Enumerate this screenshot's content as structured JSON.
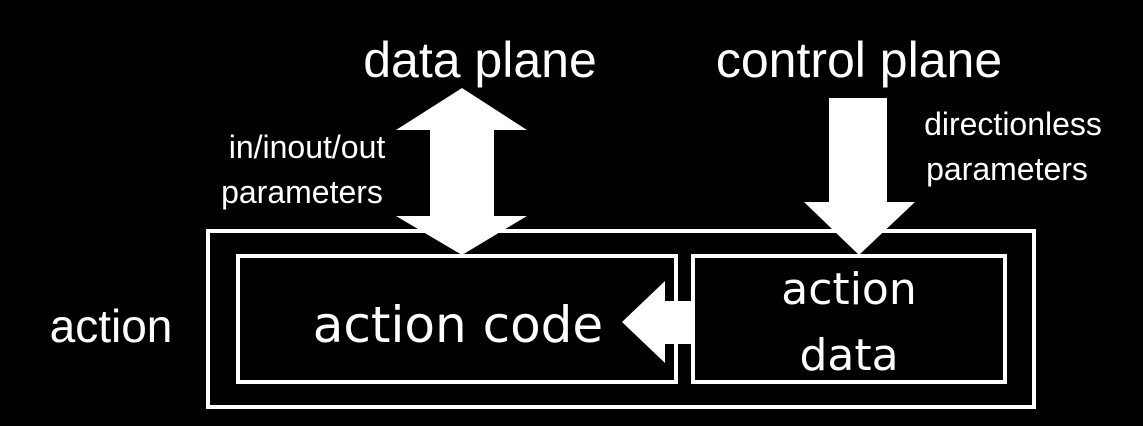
{
  "diagram": {
    "title_left": "data plane",
    "title_right": "control plane",
    "left_params": [
      "in/inout/out",
      "parameters"
    ],
    "right_params": [
      "directionless",
      "parameters"
    ],
    "outer_label": "action",
    "code_label": "action code",
    "data_label": [
      "action",
      "data"
    ]
  },
  "colors": {
    "background": "#000000",
    "foreground": "#ffffff"
  }
}
